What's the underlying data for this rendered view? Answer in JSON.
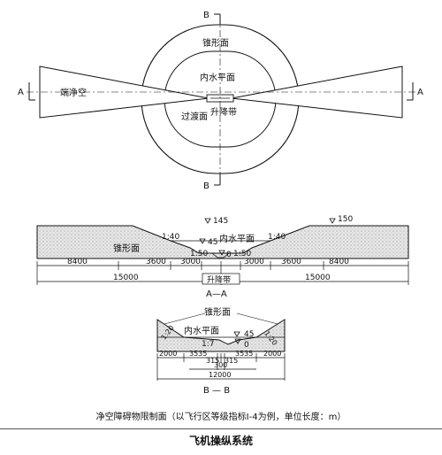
{
  "plan": {
    "section_a_mark": "A",
    "section_b_mark": "B",
    "label_cone": "锥形面",
    "label_inner_horizontal": "内水平面",
    "label_approach": "端净空",
    "label_transition": "过渡面",
    "label_strip": "升降带"
  },
  "section_a": {
    "elev_top": "145",
    "elev_right": "150",
    "elev_mid": "45",
    "elev_zero": "0",
    "slope_left_upper": "1:40",
    "slope_right_upper": "1:40",
    "slope_left_lower": "1:50",
    "slope_right_lower": "1:50",
    "label_inner_horizontal": "内水平面",
    "label_cone": "锥形面",
    "dim_8400_left": "8400",
    "dim_3600_left": "3600",
    "dim_3000_left": "3000",
    "dim_3000_right": "3000",
    "dim_3600_right": "3600",
    "dim_8400_right": "8400",
    "dim_15000_left": "15000",
    "dim_15000_right": "15000",
    "label_strip": "升降带",
    "title": "A—A"
  },
  "section_b": {
    "label_cone": "锥形面",
    "label_inner_horizontal": "内水平面",
    "elev_mid": "45",
    "elev_zero": "0",
    "slope_left": "1:20",
    "slope_right": "1:20",
    "slope_center": "1:7",
    "dim_2000_left": "2000",
    "dim_3535_left": "3535",
    "dim_315_left": "315",
    "dim_315_right": "315",
    "dim_3535_right": "3535",
    "dim_2000_right": "2000",
    "dim_300": "300",
    "dim_12000": "12000",
    "title": "B — B"
  },
  "caption": {
    "main": "净空障碍物限制面（以飞行区等级指标Ⅰ-4为例，单位长度：m）",
    "sub": "飞机操纵系统"
  }
}
